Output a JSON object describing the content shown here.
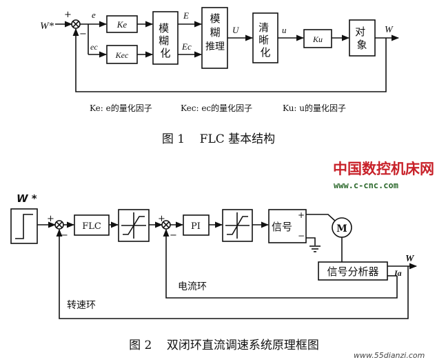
{
  "fig1": {
    "ref_input": "W*",
    "sum_plus": "+",
    "sum_minus": "−",
    "err_e": "e",
    "err_ec": "ec",
    "gain_ke": "Ke",
    "gain_kec": "Kec",
    "fuzzify": "模糊化",
    "fuzzy_E": "E",
    "fuzzy_Ec": "Ec",
    "inference_line1": "模",
    "inference_line2": "糊",
    "inference_line3": "推理",
    "fuzzy_U": "U",
    "defuzzify": "清晰化",
    "crisp_u": "u",
    "gain_ku": "Ku",
    "plant": "对象",
    "output_W": "W",
    "legend_ke": "Ke: e的量化因子",
    "legend_kec": "Kec: ec的量化因子",
    "legend_ku": "Ku: u的量化因子",
    "caption": "图 1    FLC 基本结构"
  },
  "fig2": {
    "ref_input": "W *",
    "sum1_plus": "+",
    "sum1_minus": "−",
    "flc": "FLC",
    "sum2_plus": "+",
    "sum2_minus": "−",
    "pi": "PI",
    "signal": "信号",
    "signal_plus": "+",
    "signal_minus": "−",
    "motor": "M",
    "analyzer": "信号分析器",
    "output_W": "W",
    "output_Ia": "Ia",
    "current_loop": "电流环",
    "speed_loop": "转速环",
    "caption": "图 2    双闭环直流调速系统原理框图"
  },
  "watermark": {
    "logo": "中国数控机床网",
    "url_mid": "www.c-cnc.com",
    "url_bottom": "www.55dianzi.com"
  },
  "colors": {
    "line": "#111111",
    "logo_red": "#c8222a",
    "url_green": "#2f6b2f"
  }
}
